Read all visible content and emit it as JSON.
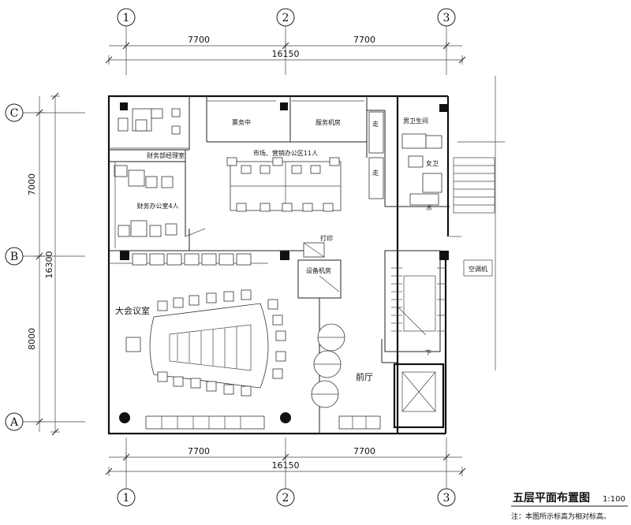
{
  "grid": {
    "columns": [
      "1",
      "2",
      "3"
    ],
    "rows": [
      "C",
      "B",
      "A"
    ]
  },
  "dimensions": {
    "top": [
      "7700",
      "7700"
    ],
    "top_total": "16150",
    "bottom": [
      "7700",
      "7700"
    ],
    "bottom_total": "16150",
    "left": [
      "7000",
      "8000"
    ],
    "left_total": "16300"
  },
  "rooms": {
    "manager_office": "",
    "finance_manager": "财务部经理室",
    "finance_office": "财务办公室4人",
    "meeting_small": "票务中",
    "computer_room": "服务机房",
    "marketing_office": "市场、营销办公区11人",
    "corridor_a": "走",
    "corridor_b": "走",
    "restroom": "男卫生间",
    "restroom_2": "女卫",
    "water": "水",
    "printer": "打印",
    "equipment": "设备机房",
    "conference": "大会议室",
    "lobby": "前厅",
    "ac_unit": "空调机",
    "stair_down": "下"
  },
  "title": {
    "main": "五层平面布置图",
    "scale": "1:100",
    "note": "注：本图所示标高为相对标高。"
  }
}
